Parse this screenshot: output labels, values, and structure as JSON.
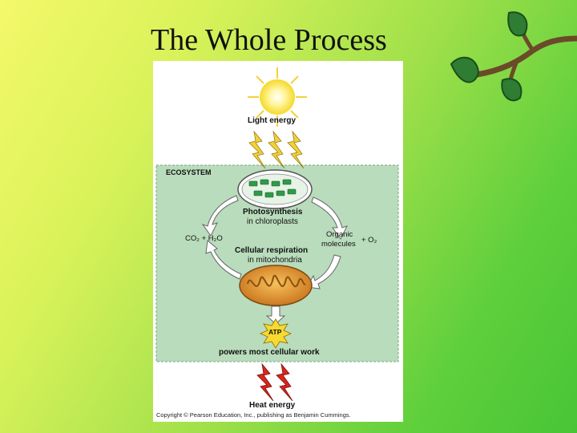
{
  "slide": {
    "title": "The Whole Process"
  },
  "diagram": {
    "light_energy": "Light energy",
    "ecosystem": "ECOSYSTEM",
    "photosynthesis": "Photosynthesis",
    "in_chloroplasts": "in chloroplasts",
    "co2_h2o": "CO₂ + H₂O",
    "organic": "Organic",
    "molecules": "molecules",
    "plus_o2": "+ O₂",
    "cellular_respiration": "Cellular respiration",
    "in_mitochondria": "in mitochondria",
    "atp": "ATP",
    "powers": "powers most cellular work",
    "heat_energy": "Heat energy",
    "copyright": "Copyright © Pearson Education, Inc., publishing as Benjamin Cummings."
  },
  "colors": {
    "ecosystem_fill": "#b9dcbc",
    "sun": "#f7e54a",
    "lightning_in": "#f2d13a",
    "lightning_out": "#d8261c",
    "mitochondrion": "#e09a2a",
    "chloroplast": "#2f9a4a",
    "vine": "#6b4a2a",
    "leaf": "#2e7d32"
  }
}
